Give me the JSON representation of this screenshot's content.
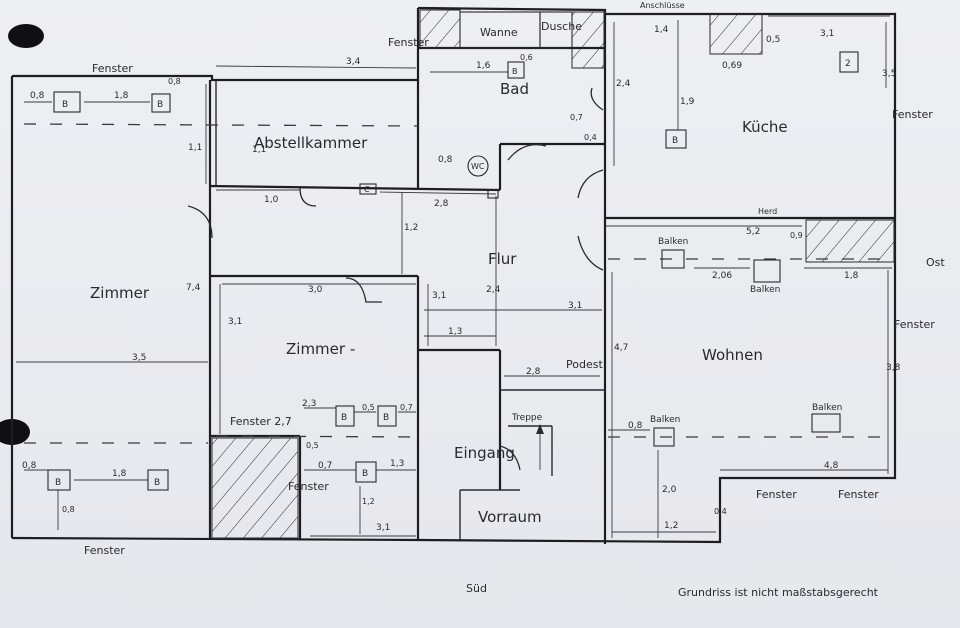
{
  "rooms": {
    "zimmer_left": "Zimmer",
    "abstellkammer": "Abstellkammer",
    "zimmer_mid": "Zimmer -",
    "bad": "Bad",
    "kueche": "Küche",
    "flur": "Flur",
    "wohnen": "Wohnen",
    "eingang": "Eingang",
    "vorraum": "Vorraum"
  },
  "fixtures": {
    "wanne": "Wanne",
    "dusche": "Dusche",
    "wc": "WC",
    "podest": "Podest",
    "treppe": "Treppe",
    "herd": "Herd",
    "anschluss": "Anschlüsse",
    "b": "B",
    "two": "2",
    "c": "C"
  },
  "labels": {
    "fenster": "Fenster",
    "fenster_27": "Fenster 2,7",
    "balken": "Balken",
    "sued": "Süd",
    "ost": "Ost",
    "note": "Grundriss ist nicht maßstabsgerecht"
  },
  "dims": {
    "d34": "3,4",
    "d08": "0,8",
    "d18": "1,8",
    "d11": "1,1",
    "d35": "3,5",
    "d74": "7,4",
    "d23": "2,3",
    "d10": "1,0",
    "d12": "1,2",
    "d30": "3,0",
    "d31": "3,1",
    "d28": "2,8",
    "d16": "1,6",
    "d06": "0,6",
    "d13": "1,3",
    "d24": "2,4",
    "d07": "0,7",
    "d05": "0,5",
    "d38": "3,8",
    "d04": "0,4",
    "d14": "1,4",
    "d09": "0,9",
    "d069": "0,69",
    "d52": "5,2",
    "d206": "2,06",
    "d47": "4,7",
    "d20": "2,0",
    "d48": "4,8",
    "d19": "1,9"
  }
}
